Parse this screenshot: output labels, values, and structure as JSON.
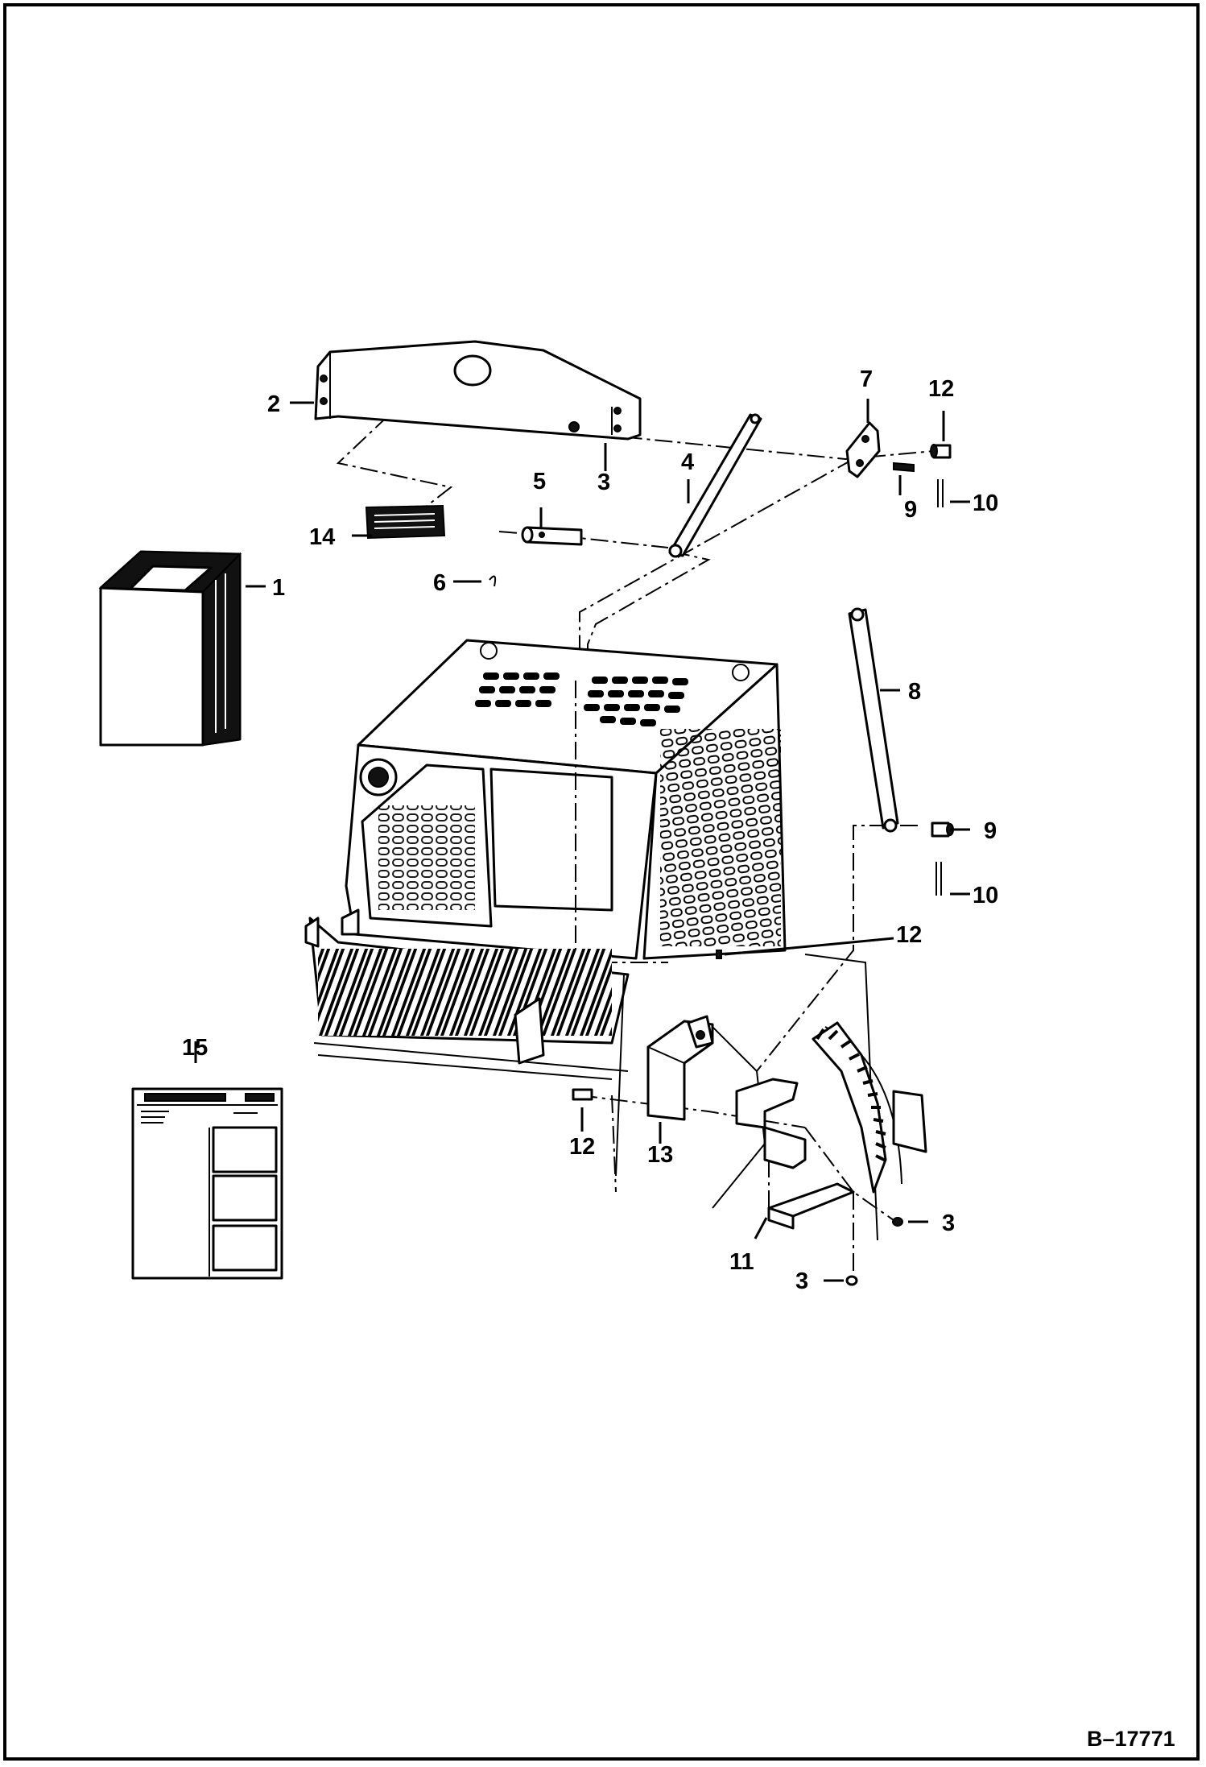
{
  "callouts": [
    {
      "id": "c1",
      "label": "1"
    },
    {
      "id": "c2",
      "label": "2"
    },
    {
      "id": "c3a",
      "label": "3"
    },
    {
      "id": "c3b",
      "label": "3"
    },
    {
      "id": "c3c",
      "label": "3"
    },
    {
      "id": "c4",
      "label": "4"
    },
    {
      "id": "c5",
      "label": "5"
    },
    {
      "id": "c6",
      "label": "6"
    },
    {
      "id": "c7",
      "label": "7"
    },
    {
      "id": "c8",
      "label": "8"
    },
    {
      "id": "c9a",
      "label": "9"
    },
    {
      "id": "c9b",
      "label": "9"
    },
    {
      "id": "c10a",
      "label": "10"
    },
    {
      "id": "c10b",
      "label": "10"
    },
    {
      "id": "c11",
      "label": "11"
    },
    {
      "id": "c12a",
      "label": "12"
    },
    {
      "id": "c12b",
      "label": "12"
    },
    {
      "id": "c12c",
      "label": "12"
    },
    {
      "id": "c13",
      "label": "13"
    },
    {
      "id": "c14",
      "label": "14"
    },
    {
      "id": "c15",
      "label": "15"
    }
  ],
  "drawing_number": "B–17771"
}
